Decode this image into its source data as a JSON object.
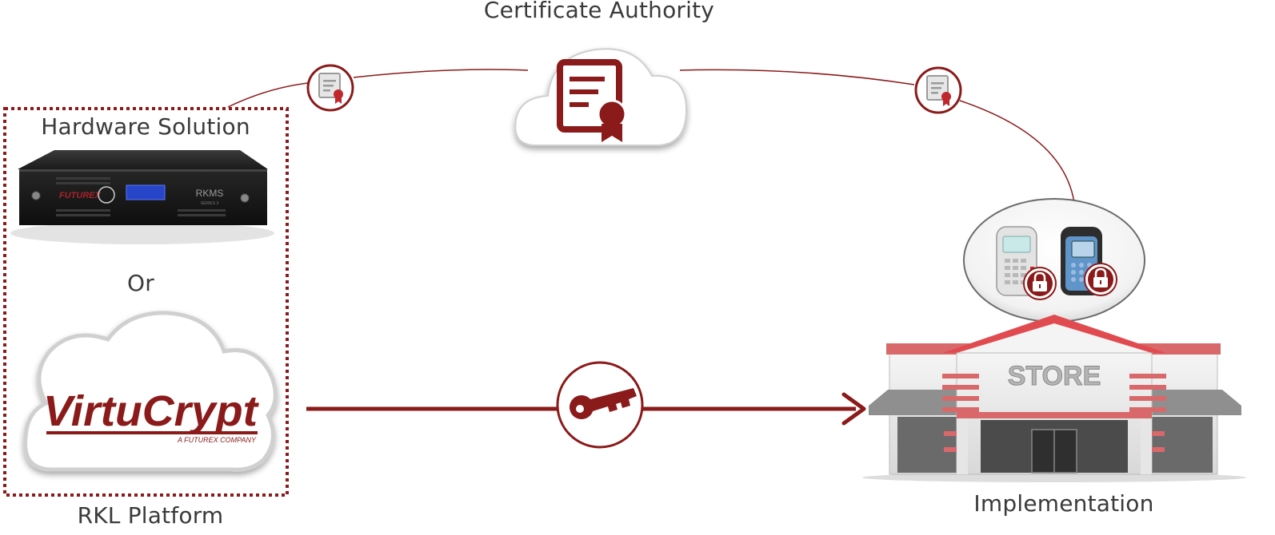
{
  "labels": {
    "certificate_authority": "Certificate Authority",
    "hardware_solution": "Hardware Solution",
    "or": "Or",
    "rkl_platform": "RKL Platform",
    "implementation": "Implementation"
  },
  "hardware": {
    "brand": "FUTUREX",
    "model": "RKMS",
    "series": "SERIES 3"
  },
  "virtucrypt": {
    "logo_text": "VirtuCrypt",
    "tagline": "A FUTUREX COMPANY"
  },
  "store": {
    "sign": "STORE"
  },
  "colors": {
    "accent": "#8b1a1a",
    "accent_light": "#a52a2a",
    "text": "#3a3a3a",
    "cloud_shadow": "#bdbdbd",
    "store_red": "#d9686b",
    "store_gray": "#9a9a9a"
  }
}
